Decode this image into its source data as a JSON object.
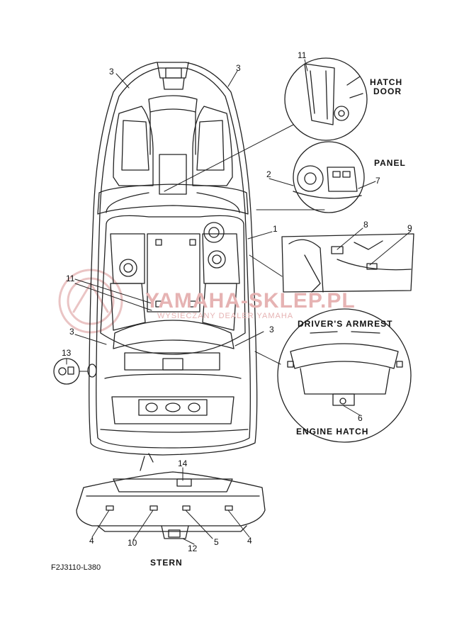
{
  "callouts": {
    "n1": "1",
    "n2": "2",
    "n3a": "3",
    "n3b": "3",
    "n3c": "3",
    "n3d": "3",
    "n4a": "4",
    "n4b": "4",
    "n5": "5",
    "n6": "6",
    "n7": "7",
    "n8": "8",
    "n9": "9",
    "n10": "10",
    "n11a": "11",
    "n11b": "11",
    "n12": "12",
    "n13": "13",
    "n14": "14"
  },
  "captions": {
    "hatch_door_1": "HATCH",
    "hatch_door_2": "DOOR",
    "panel": "PANEL",
    "drivers_armrest": "DRIVER'S ARMREST",
    "engine_hatch": "ENGINE HATCH",
    "stern": "STERN"
  },
  "figure_code": "F2J3110-L380",
  "watermark": {
    "line1": "YAMAHA-SKLEP.PL",
    "line2": "WYSIECZANY DEALER YAMAHA"
  }
}
